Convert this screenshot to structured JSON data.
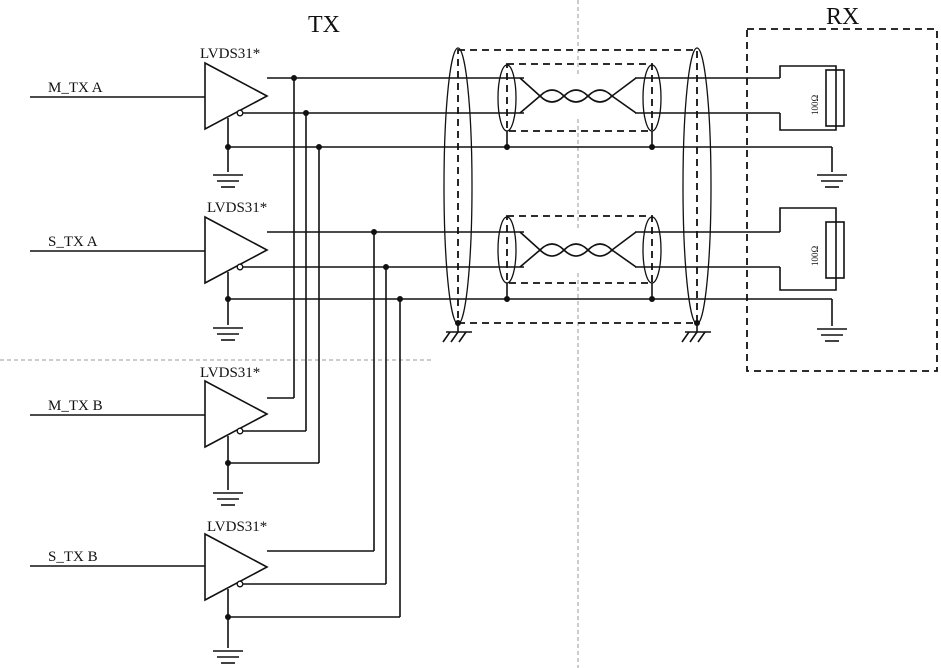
{
  "diagram": {
    "headers": {
      "tx": "TX",
      "rx": "RX"
    },
    "drivers": [
      {
        "id": "m_tx_a",
        "input_label": "M_TX A",
        "part": "LVDS31*"
      },
      {
        "id": "s_tx_a",
        "input_label": "S_TX A",
        "part": "LVDS31*"
      },
      {
        "id": "m_tx_b",
        "input_label": "M_TX B",
        "part": "LVDS31*"
      },
      {
        "id": "s_tx_b",
        "input_label": "S_TX B",
        "part": "LVDS31*"
      }
    ],
    "terminations": [
      {
        "value": "100Ω"
      },
      {
        "value": "100Ω"
      }
    ]
  }
}
